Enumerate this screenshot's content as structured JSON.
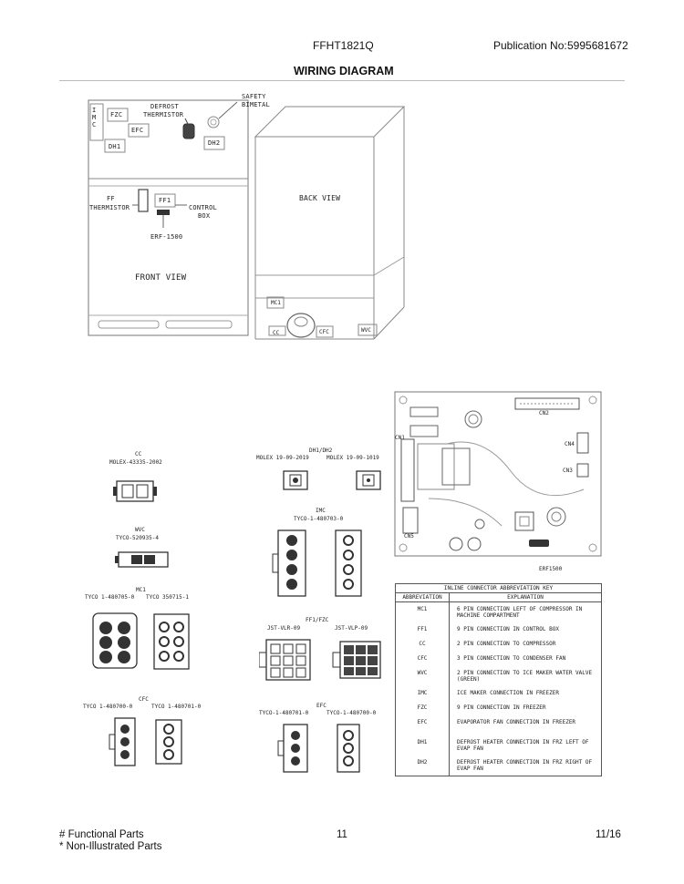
{
  "header": {
    "model": "FFHT1821Q",
    "publication_label": "Publication No:",
    "publication_no": "5995681672",
    "title": "WIRING DIAGRAM"
  },
  "front_view": {
    "title": "FRONT VIEW",
    "labels": {
      "imc": "I\nM\nC",
      "fzc": "FZC",
      "efc": "EFC",
      "dh1": "DH1",
      "dh2": "DH2",
      "defrost_thermistor_1": "DEFROST",
      "defrost_thermistor_2": "THERMISTOR",
      "safety_bimetal_1": "SAFETY",
      "safety_bimetal_2": "BIMETAL",
      "ff_thermistor_1": "FF",
      "ff_thermistor_2": "THERMISTOR",
      "ff1": "FF1",
      "control_box_1": "CONTROL",
      "control_box_2": "BOX",
      "erf": "ERF-1500"
    }
  },
  "back_view": {
    "title": "BACK VIEW",
    "labels": {
      "mc1": "MC1",
      "cc": "CC",
      "cfc": "CFC",
      "wvc": "WVC"
    }
  },
  "board": {
    "labels": {
      "cn1": "CN1",
      "cn2": "CN2",
      "cn3": "CN3",
      "cn4": "CN4",
      "cn5": "CN5",
      "name": "ERF1500"
    }
  },
  "connectors": {
    "cc": {
      "name": "CC",
      "part": "MOLEX-43335-2002"
    },
    "dh": {
      "name": "DH1/DH2",
      "part_a": "MOLEX 19-09-2019",
      "part_b": "MOLEX 19-09-1019"
    },
    "wvc": {
      "name": "WVC",
      "part": "TYCO-520935-4"
    },
    "imc": {
      "name": "IMC",
      "part": "TYCO-1-480703-0"
    },
    "mc1": {
      "name": "MC1",
      "part_a": "TYCO 1-480705-0",
      "part_b": "TYCO 350715-1"
    },
    "ff1fzc": {
      "name": "FF1/FZC",
      "part_a": "JST-VLR-09",
      "part_b": "JST-VLP-09"
    },
    "cfc": {
      "name": "CFC",
      "part_a": "TYCO 1-480700-0",
      "part_b": "TYCO 1-480701-0"
    },
    "efc": {
      "name": "EFC",
      "part_a": "TYCO-1-480701-0",
      "part_b": "TYCO-1-480700-0"
    }
  },
  "key": {
    "title": "INLINE CONNECTOR ABBREVIATION KEY",
    "col_abbr": "ABBREVIATION",
    "col_expl": "EXPLANATION",
    "rows": [
      {
        "abbr": "MC1",
        "expl": "6 PIN CONNECTION LEFT OF COMPRESSOR IN MACHINE COMPARTMENT"
      },
      {
        "abbr": "FF1",
        "expl": "9 PIN CONNECTION IN CONTROL BOX"
      },
      {
        "abbr": "CC",
        "expl": "2 PIN CONNECTION TO COMPRESSOR"
      },
      {
        "abbr": "CFC",
        "expl": "3 PIN CONNECTION TO CONDENSER FAN"
      },
      {
        "abbr": "WVC",
        "expl": "2 PIN CONNECTION TO ICE MAKER WATER VALVE (GREEN)"
      },
      {
        "abbr": "IMC",
        "expl": "ICE MAKER CONNECTION IN FREEZER"
      },
      {
        "abbr": "FZC",
        "expl": "9 PIN CONNECTION IN FREEZER"
      },
      {
        "abbr": "EFC",
        "expl": "EVAPORATOR FAN CONNECTION IN FREEZER"
      },
      {
        "abbr": "DH1",
        "expl": "DEFROST HEATER CONNECTION IN FRZ LEFT OF EVAP FAN"
      },
      {
        "abbr": "DH2",
        "expl": "DEFROST HEATER CONNECTION IN FRZ RIGHT OF EVAP FAN"
      }
    ]
  },
  "footer": {
    "functional": "# Functional Parts",
    "non_illustrated": "* Non-Illustrated Parts",
    "page": "11",
    "page_of": "11/16"
  }
}
